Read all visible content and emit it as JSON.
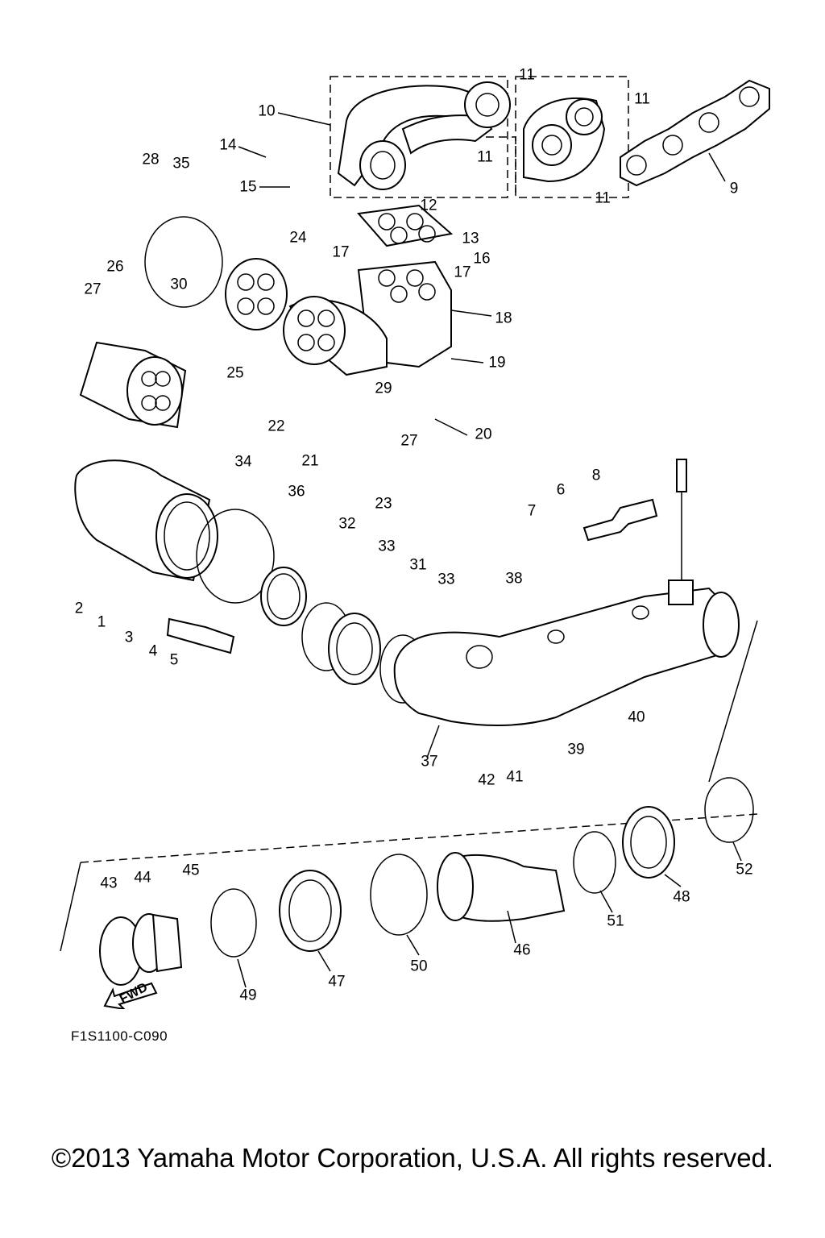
{
  "diagram_code": "F1S1100-C090",
  "copyright": "©2013 Yamaha Motor Corporation, U.S.A. All rights reserved.",
  "fwd_label": "FWD",
  "callouts": [
    {
      "id": "1",
      "label": "1"
    },
    {
      "id": "2",
      "label": "2"
    },
    {
      "id": "3",
      "label": "3"
    },
    {
      "id": "4",
      "label": "4"
    },
    {
      "id": "5",
      "label": "5"
    },
    {
      "id": "6",
      "label": "6"
    },
    {
      "id": "7",
      "label": "7"
    },
    {
      "id": "8",
      "label": "8"
    },
    {
      "id": "9",
      "label": "9"
    },
    {
      "id": "10",
      "label": "10"
    },
    {
      "id": "11a",
      "label": "11"
    },
    {
      "id": "11b",
      "label": "11"
    },
    {
      "id": "11c",
      "label": "11"
    },
    {
      "id": "11d",
      "label": "11"
    },
    {
      "id": "12",
      "label": "12"
    },
    {
      "id": "13",
      "label": "13"
    },
    {
      "id": "14",
      "label": "14"
    },
    {
      "id": "15",
      "label": "15"
    },
    {
      "id": "16",
      "label": "16"
    },
    {
      "id": "17a",
      "label": "17"
    },
    {
      "id": "17b",
      "label": "17"
    },
    {
      "id": "18",
      "label": "18"
    },
    {
      "id": "19",
      "label": "19"
    },
    {
      "id": "20",
      "label": "20"
    },
    {
      "id": "21",
      "label": "21"
    },
    {
      "id": "22",
      "label": "22"
    },
    {
      "id": "23",
      "label": "23"
    },
    {
      "id": "24",
      "label": "24"
    },
    {
      "id": "25",
      "label": "25"
    },
    {
      "id": "26",
      "label": "26"
    },
    {
      "id": "27a",
      "label": "27"
    },
    {
      "id": "27b",
      "label": "27"
    },
    {
      "id": "28",
      "label": "28"
    },
    {
      "id": "29",
      "label": "29"
    },
    {
      "id": "30",
      "label": "30"
    },
    {
      "id": "31",
      "label": "31"
    },
    {
      "id": "32",
      "label": "32"
    },
    {
      "id": "33a",
      "label": "33"
    },
    {
      "id": "33b",
      "label": "33"
    },
    {
      "id": "34",
      "label": "34"
    },
    {
      "id": "35",
      "label": "35"
    },
    {
      "id": "36",
      "label": "36"
    },
    {
      "id": "37",
      "label": "37"
    },
    {
      "id": "38",
      "label": "38"
    },
    {
      "id": "39",
      "label": "39"
    },
    {
      "id": "40",
      "label": "40"
    },
    {
      "id": "41",
      "label": "41"
    },
    {
      "id": "42",
      "label": "42"
    },
    {
      "id": "43",
      "label": "43"
    },
    {
      "id": "44",
      "label": "44"
    },
    {
      "id": "45",
      "label": "45"
    },
    {
      "id": "46",
      "label": "46"
    },
    {
      "id": "47",
      "label": "47"
    },
    {
      "id": "48",
      "label": "48"
    },
    {
      "id": "49",
      "label": "49"
    },
    {
      "id": "50",
      "label": "50"
    },
    {
      "id": "51",
      "label": "51"
    },
    {
      "id": "52",
      "label": "52"
    }
  ]
}
